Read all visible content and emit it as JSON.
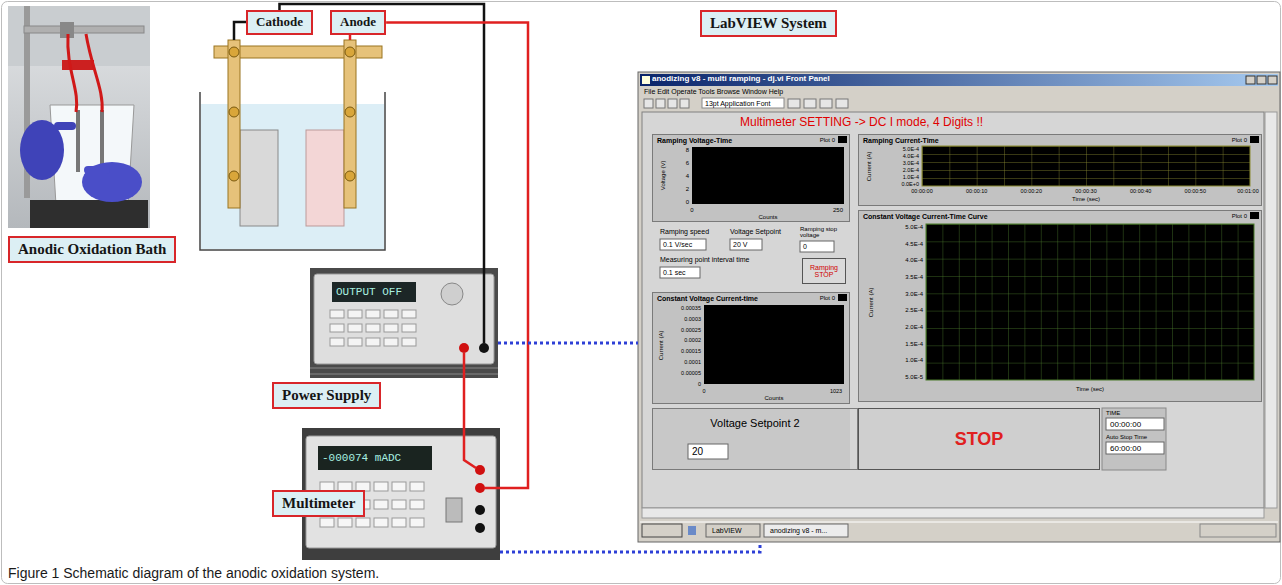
{
  "diagram": {
    "caption": "Figure 1 Schematic diagram of the anodic oxidation system.",
    "nodes": [
      {
        "text": [
          "Anodic Oxidation Bath"
        ]
      },
      {
        "text": [
          "Cathode"
        ]
      },
      {
        "text": [
          "Anode"
        ]
      },
      {
        "text": [
          "OUTPUT OFF"
        ]
      },
      {
        "text": [
          "Power Supply"
        ]
      },
      {
        "text": [
          "-000074 mADC"
        ]
      },
      {
        "text": [
          "Multimeter"
        ]
      },
      {
        "text": [
          "LabVIEW System"
        ]
      },
      {
        "text": [
          "anodizing v8 - multi ramping - dj.vi Front Panel"
        ]
      },
      {
        "text": [
          "Ramping Voltage-Time",
          "Plot 0"
        ],
        "in": 8
      },
      {
        "text": [
          "Ramping Current-Time",
          "Plot 0"
        ],
        "in": 8
      },
      {
        "text": [
          "Ramping STOP"
        ],
        "in": 8
      },
      {
        "text": [
          "Constant Voltage Current-time",
          "Plot 0"
        ],
        "in": 8
      },
      {
        "text": [
          "Constant Voltage Current-Time Curve",
          "Plot 0"
        ],
        "in": 8
      },
      {
        "text": [
          "Voltage Setpoint 2"
        ],
        "in": 8
      },
      {
        "text": [
          "STOP"
        ],
        "in": 8
      }
    ],
    "edges": [
      {
        "from": 1,
        "to": 3,
        "arrow": "none"
      },
      {
        "from": 2,
        "to": 5,
        "arrow": "none"
      },
      {
        "from": 3,
        "to": 5,
        "arrow": "none"
      },
      {
        "from": 3,
        "to": 8,
        "arrow": "none"
      },
      {
        "from": 5,
        "to": 8,
        "arrow": "none"
      }
    ],
    "labels": [
      "File Edit Operate Tools Browse Window Help",
      "13pt Application Font",
      "Multimeter SETTING -> DC I mode, 4 Digits !!",
      "Voltage (V)",
      "8",
      "6",
      "4",
      "2",
      "0",
      "0",
      "250",
      "Counts",
      "Current (A)",
      "5.0E-4",
      "4.0E-4",
      "3.0E-4",
      "2.0E-4",
      "1.0E-4",
      "0.0E+0",
      "00:00:00",
      "00:00:10",
      "00:00:20",
      "00:00:30",
      "00:00:40",
      "00:00:50",
      "00:01:00",
      "Time (sec)",
      "Ramping speed",
      "0.1 V/sec",
      "Voltage Setpoint",
      "20 V",
      "Ramping stop voltage",
      "0",
      "Measuring point interval time",
      "0.1 sec",
      "Current (A)",
      "0.00035",
      "0.0003",
      "0.00025",
      "0.0002",
      "0.00015",
      "0.0001",
      "0.00005",
      "0",
      "0",
      "1023",
      "Counts",
      "Current (A)",
      "5.0E-4",
      "4.5E-4",
      "4.0E-4",
      "3.5E-4",
      "3.0E-4",
      "2.5E-4",
      "2.0E-4",
      "1.5E-4",
      "1.0E-4",
      "5.0E-5",
      "Time (sec)",
      "20",
      "TIME",
      "00:00:00",
      "Auto Stop Time",
      "60:00:00",
      "LabVIEW",
      "anodizing v8 - m..."
    ]
  }
}
